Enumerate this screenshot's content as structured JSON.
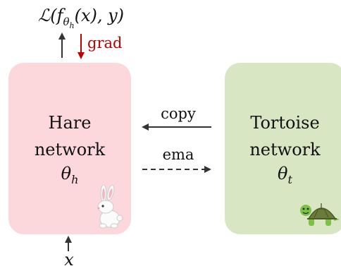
{
  "loss": {
    "text": "ℒ(f",
    "sub": "θ",
    "subsub": "h",
    "rest": "(x), y)"
  },
  "grad_label": "grad",
  "hare": {
    "line1": "Hare",
    "line2": "network",
    "param": "θ",
    "param_sub": "h"
  },
  "tortoise": {
    "line1": "Tortoise",
    "line2": "network",
    "param": "θ",
    "param_sub": "t"
  },
  "copy_label": "copy",
  "ema_label": "ema",
  "input_label": "x",
  "icons": {
    "hare": "rabbit-icon",
    "tortoise": "turtle-icon"
  },
  "colors": {
    "hare_box": "#fcd8dd",
    "tortoise_box": "#d9e6c4",
    "grad_arrow": "#c00000",
    "arrow": "#333333"
  }
}
